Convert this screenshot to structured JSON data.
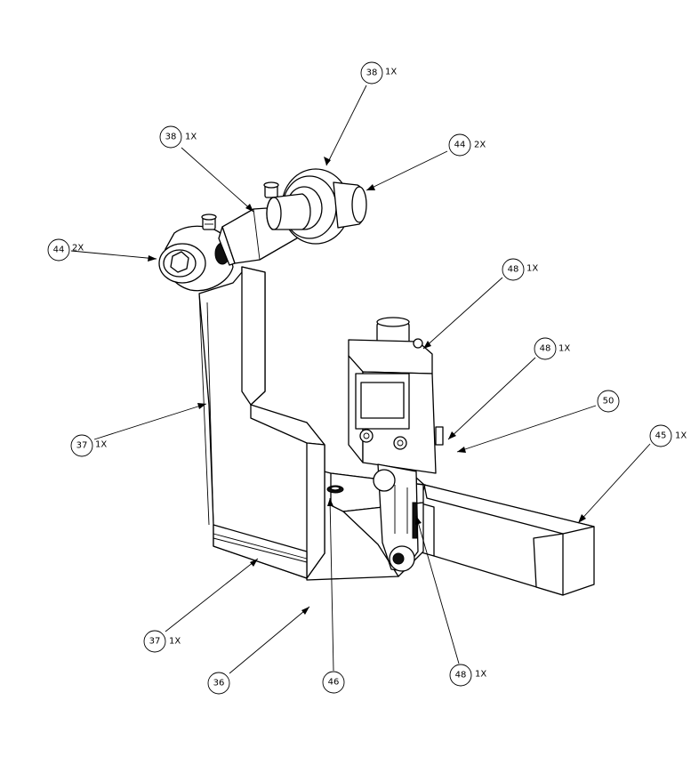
{
  "balloons": [
    {
      "id": "b38-top",
      "number": "38",
      "qty": "1X"
    },
    {
      "id": "b38-left",
      "number": "38",
      "qty": "1X"
    },
    {
      "id": "b44-right",
      "number": "44",
      "qty": "2X"
    },
    {
      "id": "b44-left",
      "number": "44",
      "qty": "2X"
    },
    {
      "id": "b48-top",
      "number": "48",
      "qty": "1X"
    },
    {
      "id": "b48-mid",
      "number": "48",
      "qty": "1X"
    },
    {
      "id": "b50",
      "number": "50",
      "qty": ""
    },
    {
      "id": "b45",
      "number": "45",
      "qty": "1X"
    },
    {
      "id": "b37-upper",
      "number": "37",
      "qty": "1X"
    },
    {
      "id": "b37-lower",
      "number": "37",
      "qty": "1X"
    },
    {
      "id": "b36",
      "number": "36",
      "qty": ""
    },
    {
      "id": "b46",
      "number": "46",
      "qty": ""
    },
    {
      "id": "b48-bottom",
      "number": "48",
      "qty": "1X"
    }
  ]
}
